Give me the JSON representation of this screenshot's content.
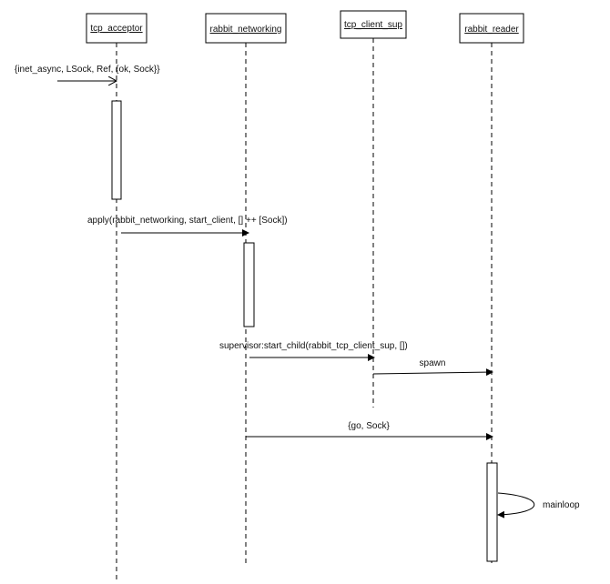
{
  "participants": [
    {
      "id": "tcp_acceptor",
      "label": "tcp_acceptor"
    },
    {
      "id": "rabbit_networking",
      "label": "rabbit_networking"
    },
    {
      "id": "tcp_client_sup",
      "label": "tcp_client_sup"
    },
    {
      "id": "rabbit_reader",
      "label": "rabbit_reader"
    }
  ],
  "messages": [
    {
      "id": "inet_async",
      "label": "{inet_async, LSock, Ref, {ok, Sock}}",
      "from": null,
      "to": "tcp_acceptor",
      "arrow": "open"
    },
    {
      "id": "apply",
      "label": "apply(rabbit_networking, start_client, [] ++ [Sock])",
      "from": "tcp_acceptor",
      "to": "rabbit_networking",
      "arrow": "filled"
    },
    {
      "id": "start_child",
      "label": "supervisor:start_child(rabbit_tcp_client_sup, [])",
      "from": "rabbit_networking",
      "to": "tcp_client_sup",
      "arrow": "filled"
    },
    {
      "id": "spawn",
      "label": "spawn",
      "from": "tcp_client_sup",
      "to": "rabbit_reader",
      "arrow": "filled"
    },
    {
      "id": "go",
      "label": "{go, Sock}",
      "from": "rabbit_networking",
      "to": "rabbit_reader",
      "arrow": "filled"
    },
    {
      "id": "mainloop",
      "label": "mainloop",
      "from": "rabbit_reader",
      "to": "rabbit_reader",
      "arrow": "filled",
      "self": true
    }
  ],
  "colors": {
    "line": "#000000",
    "text": "#111111",
    "box_fill": "#ffffff"
  }
}
